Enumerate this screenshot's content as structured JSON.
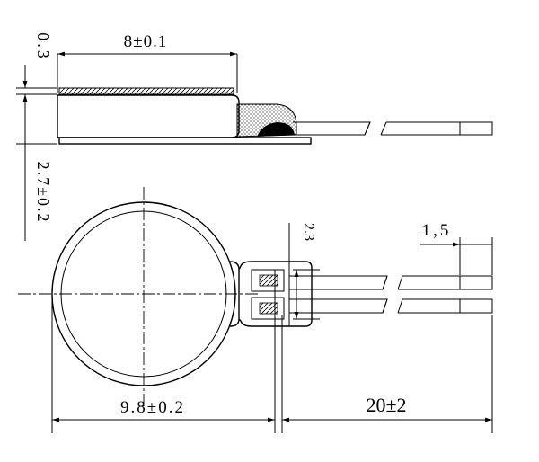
{
  "dimensions": {
    "top_width": "8±0.1",
    "cover_thickness": "0.3",
    "total_height": "2.7±0.2",
    "tab_width": "2.3",
    "wire_strip": "1,5",
    "diameter": "9.8±0.2",
    "wire_length": "20±2"
  }
}
